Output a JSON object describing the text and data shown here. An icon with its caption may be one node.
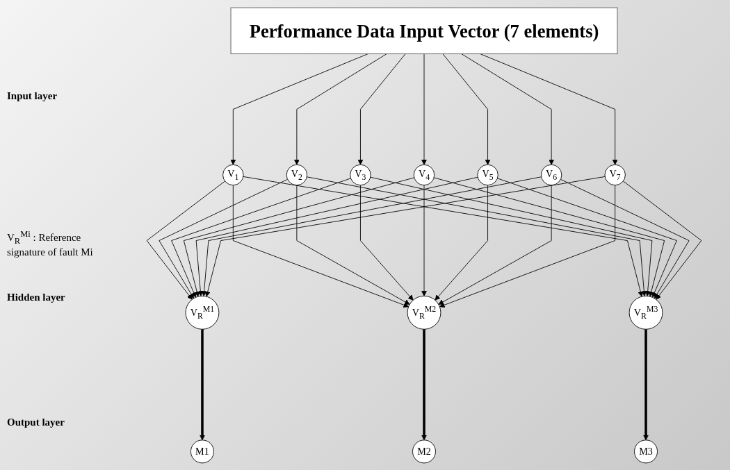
{
  "diagram": {
    "nodes": [
      {
        "text": [
          "Performance Data  Input Vector (7 elements)"
        ]
      },
      {
        "text": [
          "V$_{1}$"
        ]
      },
      {
        "text": [
          "V$_{2}$"
        ]
      },
      {
        "text": [
          "V$_{3}$"
        ]
      },
      {
        "text": [
          "V$_{4}$"
        ]
      },
      {
        "text": [
          "V$_{5}$"
        ]
      },
      {
        "text": [
          "V$_{6}$"
        ]
      },
      {
        "text": [
          "V$_{7}$"
        ]
      },
      {
        "text": [
          "V$_{R}$$^{M1}$"
        ]
      },
      {
        "text": [
          "V$_{R}$$^{M2}$"
        ]
      },
      {
        "text": [
          "V$_{R}$$^{M3}$"
        ]
      },
      {
        "text": [
          "M1"
        ]
      },
      {
        "text": [
          "M2"
        ]
      },
      {
        "text": [
          "M3"
        ]
      }
    ],
    "edges": [
      {
        "from": 0,
        "to": 1,
        "arrow": "to"
      },
      {
        "from": 0,
        "to": 2,
        "arrow": "to"
      },
      {
        "from": 0,
        "to": 3,
        "arrow": "to"
      },
      {
        "from": 0,
        "to": 4,
        "arrow": "to"
      },
      {
        "from": 0,
        "to": 5,
        "arrow": "to"
      },
      {
        "from": 0,
        "to": 6,
        "arrow": "to"
      },
      {
        "from": 0,
        "to": 7,
        "arrow": "to"
      },
      {
        "from": 1,
        "to": 8,
        "arrow": "to"
      },
      {
        "from": 1,
        "to": 9,
        "arrow": "to"
      },
      {
        "from": 1,
        "to": 10,
        "arrow": "to"
      },
      {
        "from": 2,
        "to": 8,
        "arrow": "to"
      },
      {
        "from": 2,
        "to": 9,
        "arrow": "to"
      },
      {
        "from": 2,
        "to": 10,
        "arrow": "to"
      },
      {
        "from": 3,
        "to": 8,
        "arrow": "to"
      },
      {
        "from": 3,
        "to": 9,
        "arrow": "to"
      },
      {
        "from": 3,
        "to": 10,
        "arrow": "to"
      },
      {
        "from": 4,
        "to": 8,
        "arrow": "to"
      },
      {
        "from": 4,
        "to": 9,
        "arrow": "to"
      },
      {
        "from": 4,
        "to": 10,
        "arrow": "to"
      },
      {
        "from": 5,
        "to": 8,
        "arrow": "to"
      },
      {
        "from": 5,
        "to": 9,
        "arrow": "to"
      },
      {
        "from": 5,
        "to": 10,
        "arrow": "to"
      },
      {
        "from": 6,
        "to": 8,
        "arrow": "to"
      },
      {
        "from": 6,
        "to": 9,
        "arrow": "to"
      },
      {
        "from": 6,
        "to": 10,
        "arrow": "to"
      },
      {
        "from": 7,
        "to": 8,
        "arrow": "to"
      },
      {
        "from": 7,
        "to": 9,
        "arrow": "to"
      },
      {
        "from": 7,
        "to": 10,
        "arrow": "to"
      },
      {
        "from": 8,
        "to": 11,
        "arrow": "to",
        "style": "thick"
      },
      {
        "from": 9,
        "to": 12,
        "arrow": "to",
        "style": "thick"
      },
      {
        "from": 10,
        "to": 13,
        "arrow": "to",
        "style": "thick"
      }
    ],
    "labels": [
      "Input layer",
      "V$_{R}$$^{Mi}$ : Reference signature of fault Mi",
      "Hidden layer",
      "Output layer"
    ]
  }
}
